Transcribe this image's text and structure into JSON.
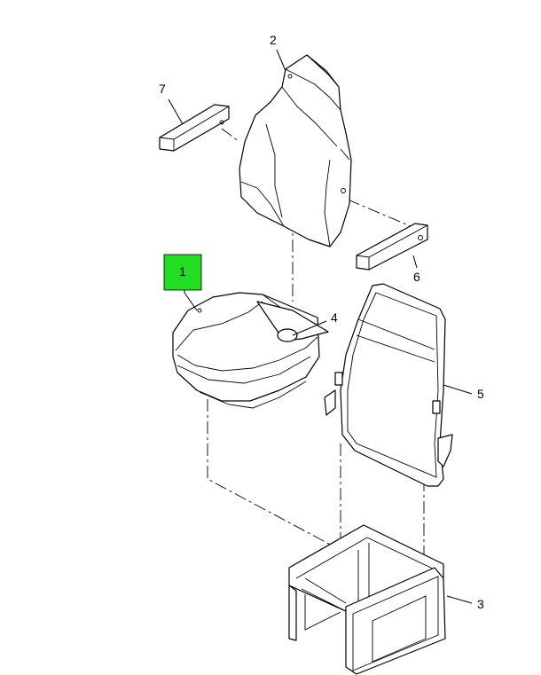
{
  "callouts": {
    "c1": "1",
    "c2": "2",
    "c3": "3",
    "c4": "4",
    "c5": "5",
    "c6": "6",
    "c7": "7"
  },
  "colors": {
    "highlight": "#22dd22",
    "line": "#000000",
    "background": "#ffffff"
  }
}
